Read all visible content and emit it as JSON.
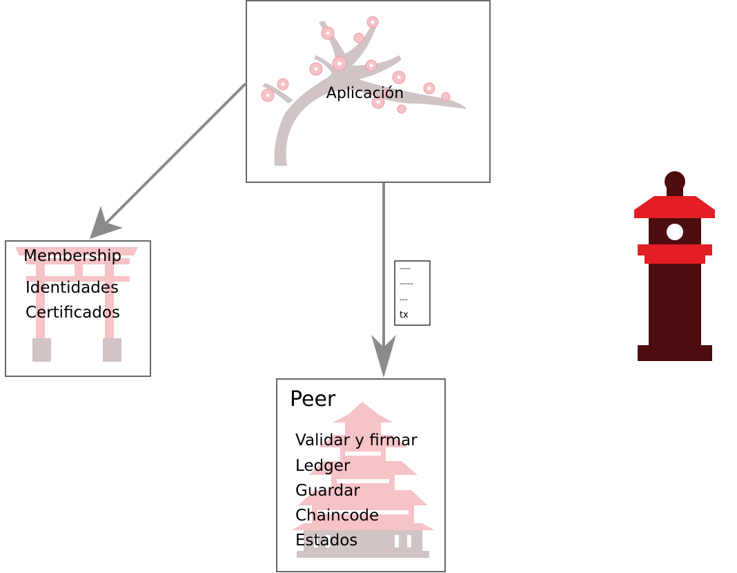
{
  "app_box": {
    "label": "Aplicación"
  },
  "membership_box": {
    "title": "Membership",
    "lines": [
      "Identidades",
      "Certificados"
    ]
  },
  "transaction_doc": {
    "lines": [
      "----",
      "-----",
      "---",
      "tx"
    ]
  },
  "peer_box": {
    "title": "Peer",
    "lines": [
      "Validar y firmar",
      "Ledger",
      "Guardar",
      "Chaincode",
      "Estados"
    ]
  },
  "icons": {
    "app_background": "cherry-blossom-branch-icon",
    "membership_background": "torii-gate-icon",
    "peer_background": "pagoda-icon",
    "side_decoration": "stone-lantern-icon"
  },
  "colors": {
    "box_border": "#666666",
    "arrow": "#8a8a8a",
    "blossom_pink": "#f6c3c7",
    "branch": "#d0c4c4",
    "lantern_red": "#e31e24",
    "lantern_dark": "#4d0c0e"
  }
}
